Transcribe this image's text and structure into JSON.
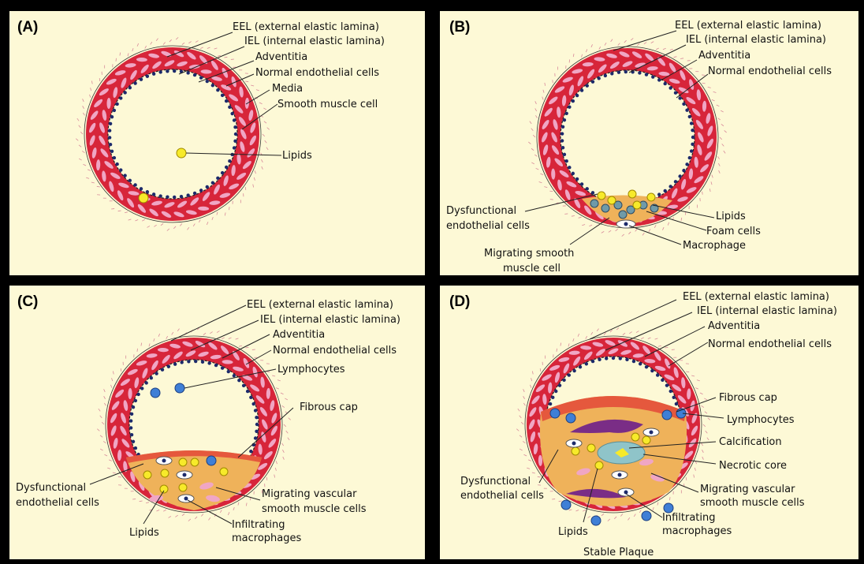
{
  "panels": {
    "a": {
      "letter": "(A)",
      "labels": {
        "eel": "EEL (external elastic lamina)",
        "iel": "IEL (internal elastic lamina)",
        "adventitia": "Adventitia",
        "normal_endo": "Normal endothelial cells",
        "media": "Media",
        "smooth_muscle": "Smooth muscle cell",
        "lipids": "Lipids"
      }
    },
    "b": {
      "letter": "(B)",
      "labels": {
        "eel": "EEL (external elastic lamina)",
        "iel": "IEL (internal elastic lamina)",
        "adventitia": "Adventitia",
        "normal_endo": "Normal endothelial cells",
        "dysfunctional_1": "Dysfunctional",
        "dysfunctional_2": "endothelial cells",
        "lipids": "Lipids",
        "foam": "Foam cells",
        "macrophage": "Macrophage",
        "migrating_1": "Migrating smooth",
        "migrating_2": "muscle cell"
      }
    },
    "c": {
      "letter": "(C)",
      "labels": {
        "eel": "EEL (external elastic lamina)",
        "iel": "IEL (internal elastic lamina)",
        "adventitia": "Adventitia",
        "normal_endo": "Normal endothelial cells",
        "lymphocytes": "Lymphocytes",
        "fibrous_cap": "Fibrous cap",
        "dysfunctional_1": "Dysfunctional",
        "dysfunctional_2": "endothelial cells",
        "migrating_1": "Migrating vascular",
        "migrating_2": "smooth muscle cells",
        "lipids": "Lipids",
        "infiltrating_1": "Infiltrating",
        "infiltrating_2": "macrophages"
      }
    },
    "d": {
      "letter": "(D)",
      "labels": {
        "eel": "EEL (external elastic lamina)",
        "iel": "IEL (internal elastic lamina)",
        "adventitia": "Adventitia",
        "normal_endo": "Normal endothelial cells",
        "fibrous_cap": "Fibrous cap",
        "lymphocytes": "Lymphocytes",
        "calcification": "Calcification",
        "necrotic": "Necrotic core",
        "dysfunctional_1": "Dysfunctional",
        "dysfunctional_2": "endothelial cells",
        "migrating_1": "Migrating vascular",
        "migrating_2": "smooth muscle cells",
        "lipids": "Lipids",
        "infiltrating_1": "Infiltrating",
        "infiltrating_2": "macrophages",
        "caption": "Stable Plaque"
      }
    }
  },
  "colors": {
    "background": "#fdf9d6",
    "vessel_wall": "#d7253a",
    "smooth_muscle": "#f0a6c4",
    "endothelium": "#1c2a6b",
    "lipid": "#f7ea2a",
    "lymphocyte": "#3f7fd6",
    "plaque": "#efb25a",
    "fibrous_cap": "#e5583d",
    "calcification": "#7a2d86",
    "necrotic_core": "#8fc4c9"
  }
}
